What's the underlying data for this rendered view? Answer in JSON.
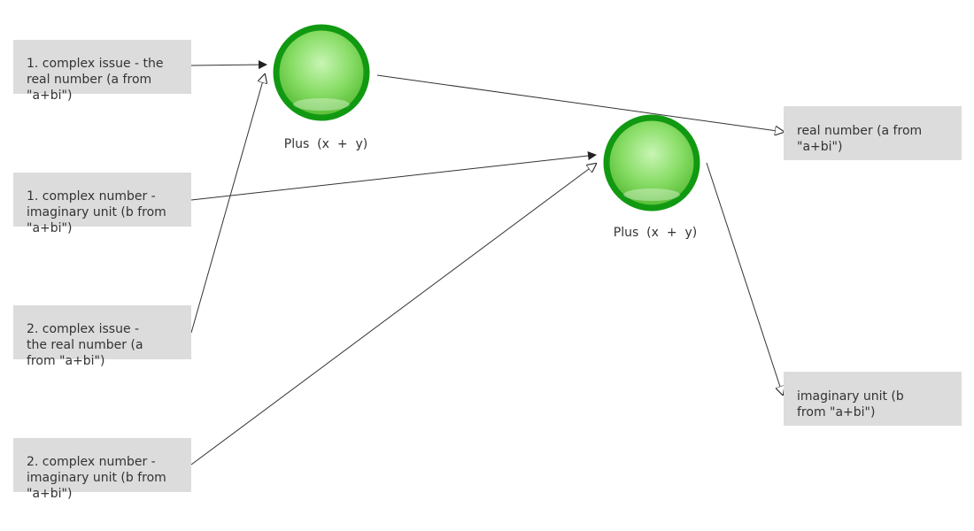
{
  "inputs": {
    "first_real": "1. complex issue - the\nreal number (a from\n\"a+bi\")",
    "first_imaginary": "1. complex number -\nimaginary unit (b from\n\"a+bi\")",
    "second_real": "2. complex issue -\nthe real number (a\nfrom \"a+bi\")",
    "second_imaginary": "2. complex number -\nimaginary unit (b from\n\"a+bi\")"
  },
  "nodes": {
    "plus_1_label": "Plus  (x  +  y)",
    "plus_2_label": "Plus  (x  +  y)"
  },
  "outputs": {
    "real": "real number (a from\n\"a+bi\")",
    "imaginary": "imaginary unit   (b\nfrom \"a+bi\")"
  },
  "colors": {
    "box_fill": "#dcdcdc",
    "node_ring": "#119911",
    "node_fill": "#66cc44",
    "wire": "#333333"
  }
}
